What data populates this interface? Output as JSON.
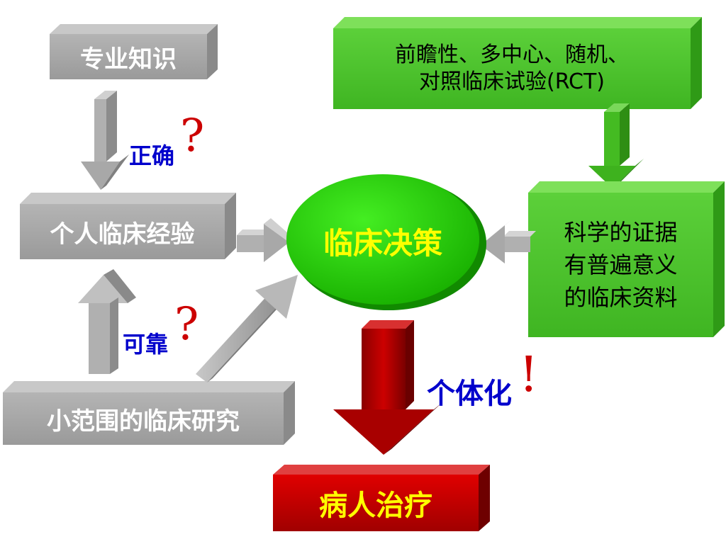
{
  "nodes": {
    "expertise": "专业知识",
    "personal_experience": "个人临床经验",
    "small_research": "小范围的临床研究",
    "rct_line1": "前瞻性、多中心、随机、",
    "rct_line2": "对照临床试验(RCT)",
    "evidence_line1": "科学的证据",
    "evidence_line2": "有普遍意义",
    "evidence_line3": "的临床资料",
    "decision": "临床决策",
    "treatment": "病人治疗"
  },
  "annotations": {
    "correct": "正确",
    "reliable": "可靠",
    "individualized": "个体化",
    "question_mark": "?",
    "exclamation_mark": "!"
  },
  "colors": {
    "gray_box": "#a6a6a6",
    "green_box": "#4cc42c",
    "oval_green": "#22cc00",
    "red_box": "#cc0000",
    "highlight_text": "#ffff00",
    "annotation_text": "#0000cc",
    "mark_red": "#cc0000"
  }
}
